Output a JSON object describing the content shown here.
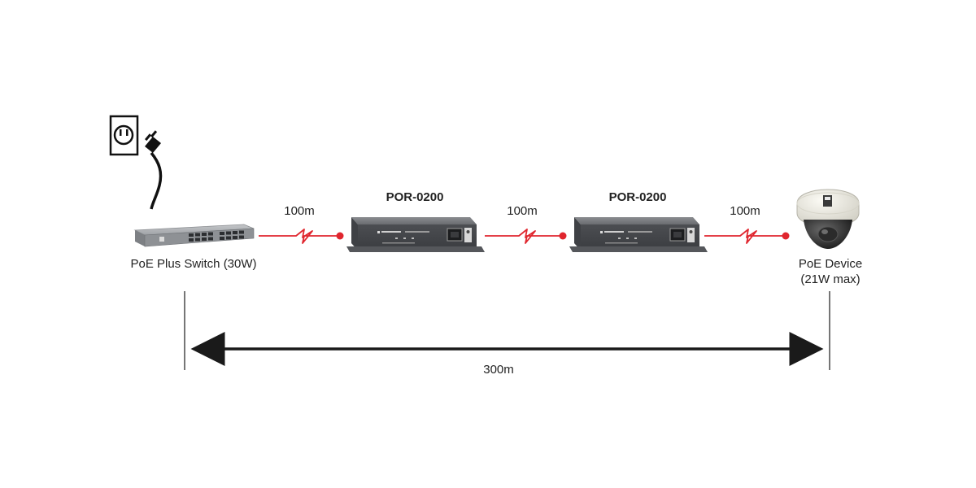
{
  "labels": {
    "switch_caption": "PoE Plus Switch (30W)",
    "repeater1_title": "POR-0200",
    "repeater2_title": "POR-0200",
    "segment1_distance": "100m",
    "segment2_distance": "100m",
    "segment3_distance": "100m",
    "device_caption_line1": "PoE Device",
    "device_caption_line2": "(21W max)",
    "total_distance": "300m"
  },
  "colors": {
    "cable": "#e0262e",
    "dimension_line": "#1a1a1a",
    "device_body": "#5a5c60",
    "device_top": "#77797d"
  },
  "icons": [
    "power-outlet-icon",
    "power-plug-icon",
    "lightning-bolt-icon",
    "red-connector-dot"
  ]
}
